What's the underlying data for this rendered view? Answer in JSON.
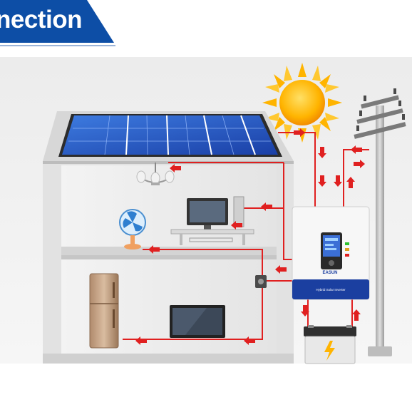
{
  "banner": {
    "title": "nection"
  },
  "inverter": {
    "brand": "EASUN",
    "label": "Hybrid Solar Inverter"
  },
  "colors": {
    "banner_blue": "#0d4ea6",
    "wire_red": "#e02020",
    "inverter_blue": "#1b3fa0",
    "sun_yellow": "#ffb400",
    "panel_blue": "#2358c8"
  }
}
